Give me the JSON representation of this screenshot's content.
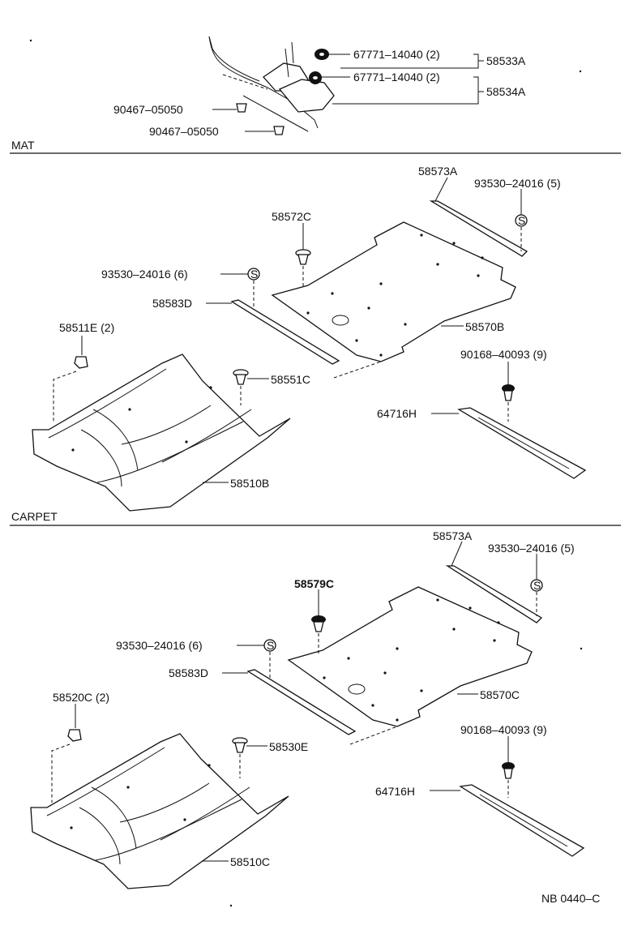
{
  "sections": {
    "mat": "MAT",
    "carpet": "CARPET"
  },
  "top": {
    "p1": "67771–14040 (2)",
    "p2": "67771–14040 (2)",
    "g1": "58533A",
    "g2": "58534A",
    "p3": "90467–05050",
    "p4": "90467–05050"
  },
  "mat": {
    "strip_r": "58573A",
    "screw_r": "93530–24016 (5)",
    "clip_t": "58572C",
    "screw_l": "93530–24016 (6)",
    "strip_l": "58583D",
    "mat_main": "58570B",
    "hook": "58511E (2)",
    "clip_f": "58551C",
    "clip_b": "90168–40093 (9)",
    "plate": "64716H",
    "floor": "58510B"
  },
  "carpet": {
    "strip_r": "58573A",
    "screw_r": "93530–24016 (5)",
    "clip_t": "58579C",
    "screw_l": "93530–24016 (6)",
    "strip_l": "58583D",
    "carpet_main": "58570C",
    "hook": "58520C (2)",
    "clip_f": "58530E",
    "clip_b": "90168–40093 (9)",
    "plate": "64716H",
    "floor": "58510C"
  },
  "ref": "NB 0440–C",
  "screw_mark": "S"
}
